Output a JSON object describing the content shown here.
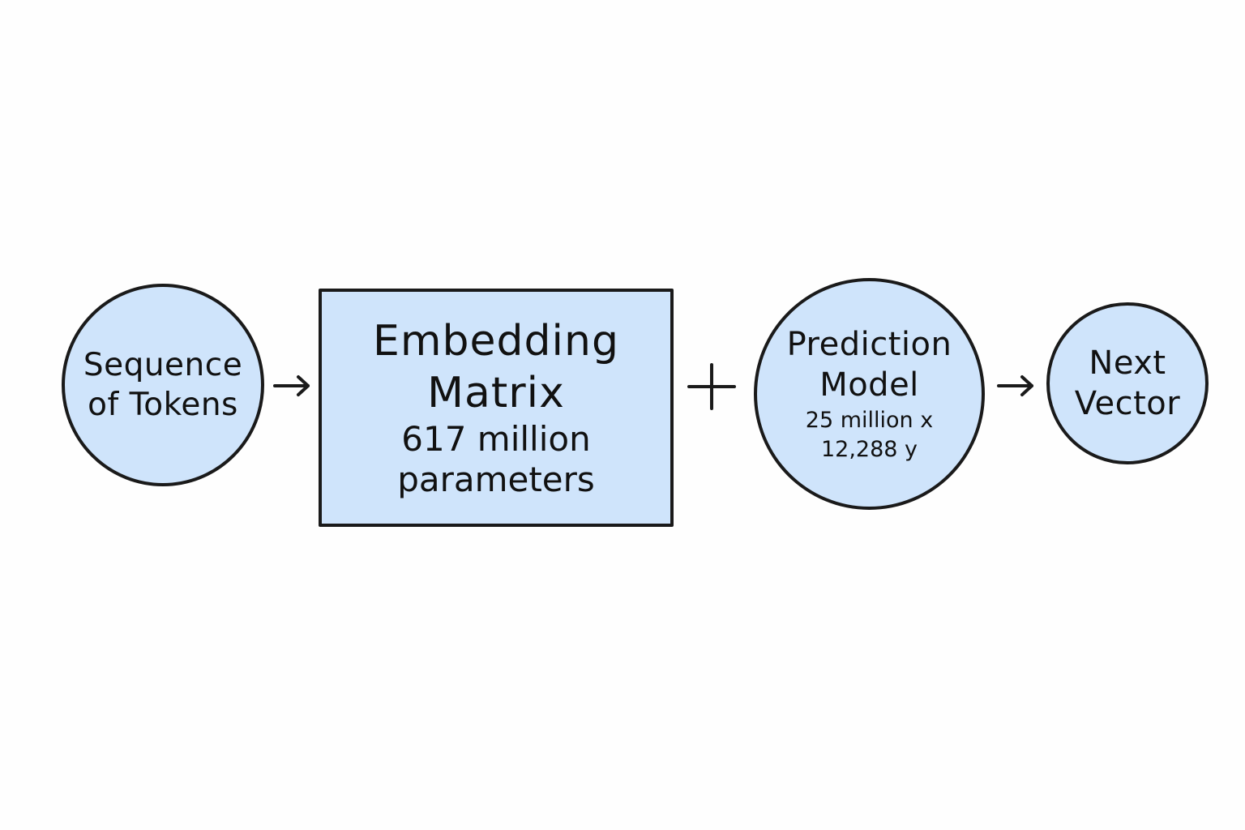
{
  "nodes": {
    "tokens": {
      "line1": "Sequence",
      "line2": "of Tokens"
    },
    "embedding": {
      "line1": "Embedding",
      "line2": "Matrix",
      "sub1": "617 million",
      "sub2": "parameters"
    },
    "prediction": {
      "line1": "Prediction",
      "line2": "Model",
      "sub1": "25 million x",
      "sub2": "12,288 y"
    },
    "next": {
      "line1": "Next",
      "line2": "Vector"
    }
  },
  "connectors": [
    "arrow",
    "plus",
    "arrow"
  ],
  "colors": {
    "node_fill": "#cfe4fb",
    "stroke": "#1a1a1a",
    "background": "#fefefe"
  }
}
